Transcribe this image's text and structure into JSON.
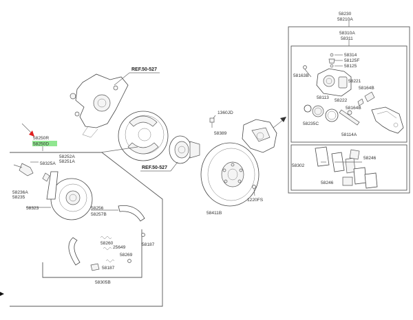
{
  "highlight_color": "#90e690",
  "arrow_color": "#e02020",
  "labels": {
    "p58230": "58230",
    "p58210A": "58210A",
    "p58310A": "58310A",
    "p58311": "58311",
    "p58314": "58314",
    "p58125F": "58125F",
    "p58125": "58125",
    "p58163B": "58163B",
    "p58221": "58221",
    "p58164B_a": "58164B",
    "p58113": "58113",
    "p58222": "58222",
    "p58164B_b": "58164B",
    "p58235C": "58235C",
    "p58114A": "58114A",
    "p58302": "58302",
    "p58246_a": "58246",
    "p58246_b": "58246",
    "ref1": "REF.50-527",
    "ref2": "REF.50-527",
    "p1360JD": "1360JD",
    "p58389": "58389",
    "p58411B": "58411B",
    "p1220FS": "1220FS",
    "p58250R": "58250R",
    "p58250D": "58250D",
    "p58252A": "58252A",
    "p58251A": "58251A",
    "p58325A": "58325A",
    "p58236A": "58236A",
    "p58235": "58235",
    "p58323": "58323",
    "p58256": "58256",
    "p58257B": "58257B",
    "p58260": "58260",
    "p25649": "25649",
    "p58269": "58269",
    "p58187_a": "58187",
    "p58187_b": "58187",
    "p58305B": "58305B"
  }
}
